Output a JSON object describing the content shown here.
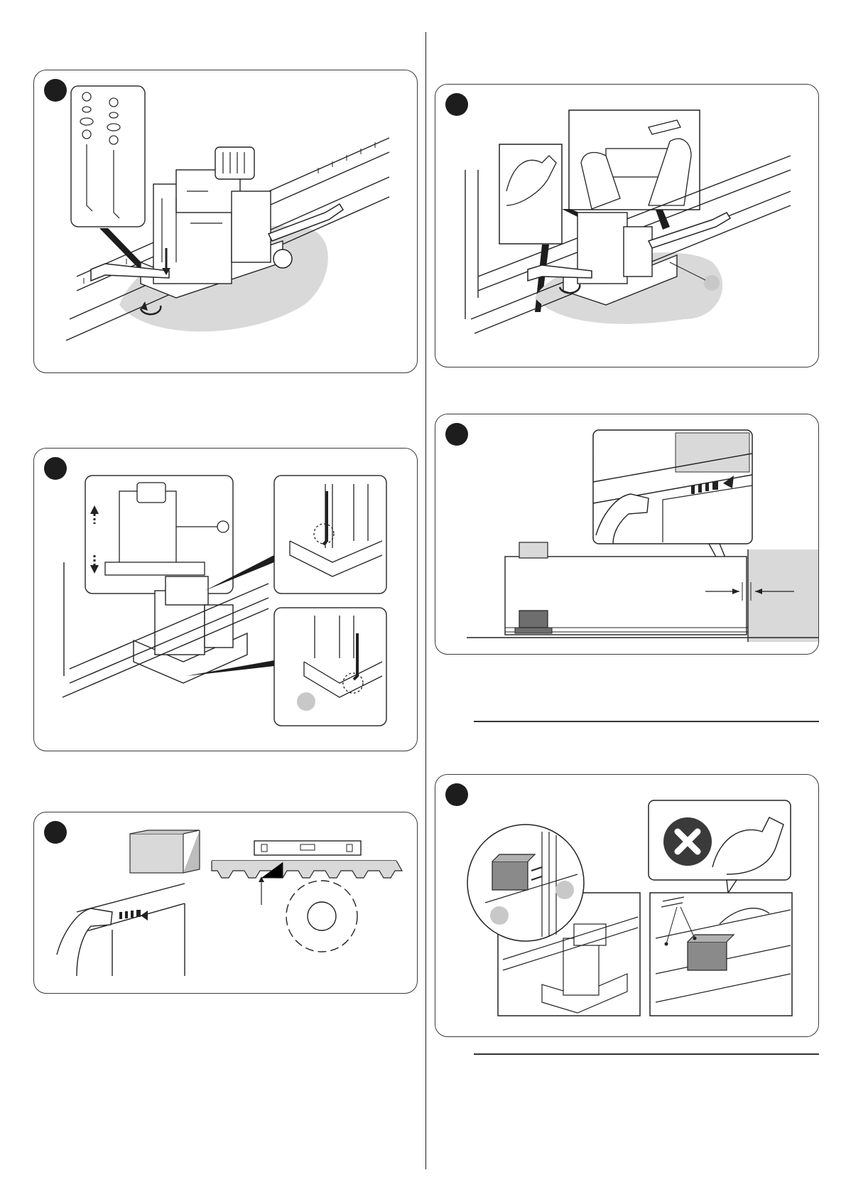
{
  "page": {
    "background": "#ffffff"
  },
  "panels": [
    {
      "id": "fig-1",
      "illustration": "motor-fixing-with-wrenches"
    },
    {
      "id": "fig-2",
      "illustration": "height-adjustment-with-allen-key"
    },
    {
      "id": "fig-3",
      "illustration": "rack-and-pinion-level"
    },
    {
      "id": "fig-4",
      "illustration": "tightening-nuts-release"
    },
    {
      "id": "fig-5",
      "illustration": "gate-against-stop"
    },
    {
      "id": "fig-6",
      "illustration": "limit-bracket-fixing"
    }
  ],
  "colors": {
    "shade": "#d9d9d9",
    "line": "#222222",
    "badge": "#1d1d1d",
    "callout": "#c8c8c8"
  }
}
